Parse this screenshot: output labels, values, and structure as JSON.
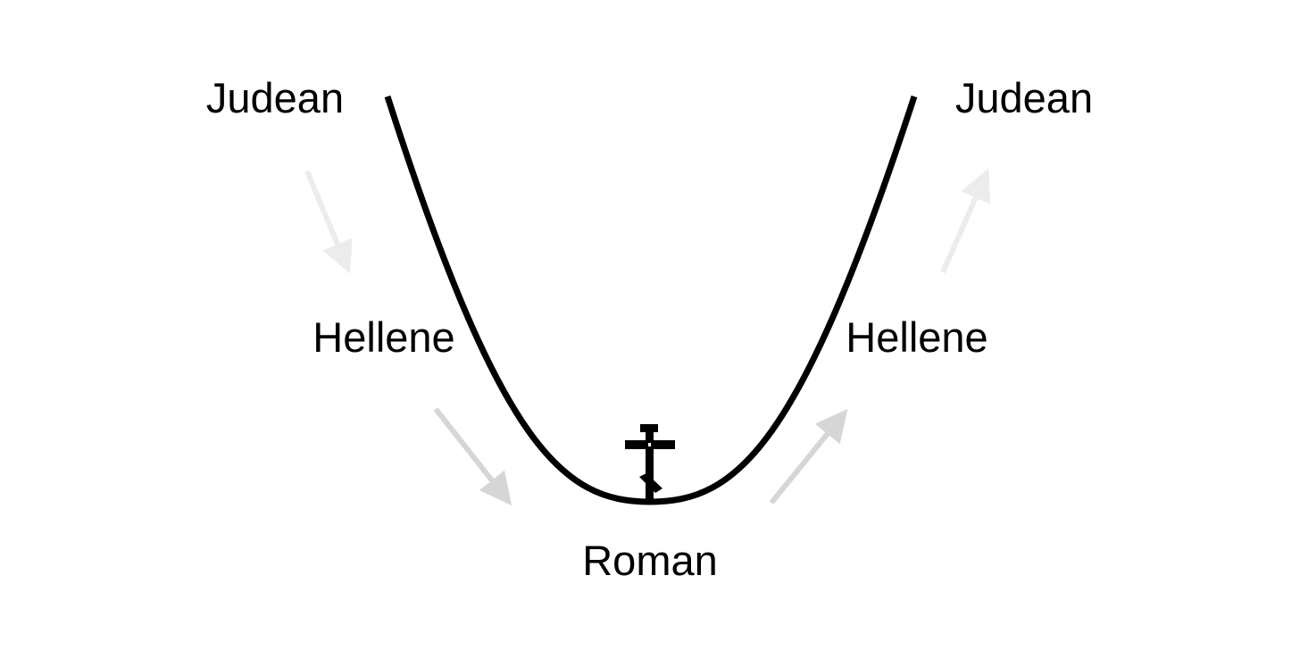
{
  "labels": {
    "left_top": "Judean",
    "left_middle": "Hellene",
    "bottom": "Roman",
    "right_middle": "Hellene",
    "right_top": "Judean"
  },
  "colors": {
    "curve": "#000000",
    "arrow_light": "#ececec",
    "arrow_medium": "#d6d6d6",
    "text": "#000000",
    "cross": "#000000"
  },
  "icons": {
    "bottom_symbol": "orthodox-cross-icon"
  }
}
